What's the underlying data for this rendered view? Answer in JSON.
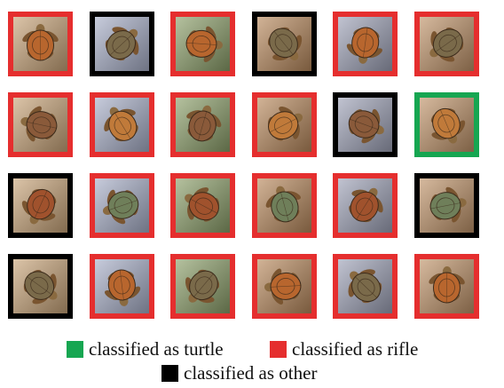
{
  "legend": {
    "turtle": {
      "label": "classified as turtle",
      "color": "#16a651"
    },
    "rifle": {
      "label": "classified as rifle",
      "color": "#e52e2e"
    },
    "other": {
      "label": "classified as other",
      "color": "#000000"
    }
  },
  "grid": {
    "rows": [
      [
        "rifle",
        "other",
        "rifle",
        "other",
        "rifle",
        "rifle"
      ],
      [
        "rifle",
        "rifle",
        "rifle",
        "rifle",
        "other",
        "turtle"
      ],
      [
        "other",
        "rifle",
        "rifle",
        "rifle",
        "rifle",
        "other"
      ],
      [
        "other",
        "rifle",
        "rifle",
        "rifle",
        "rifle",
        "rifle"
      ]
    ]
  }
}
